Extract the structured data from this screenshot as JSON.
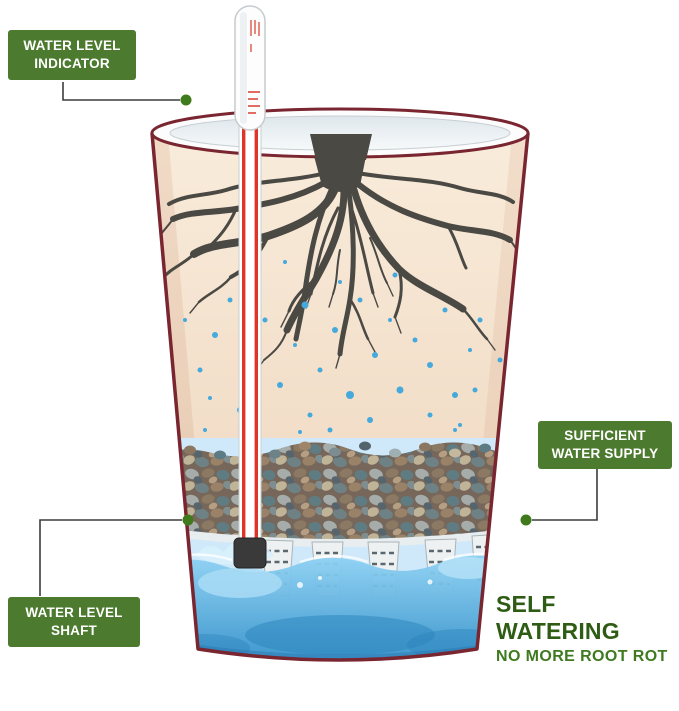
{
  "callouts": {
    "water_level_indicator": {
      "line1": "WATER LEVEL",
      "line2": "INDICATOR"
    },
    "sufficient_water_supply": {
      "line1": "SUFFICIENT",
      "line2": "WATER SUPPLY"
    },
    "water_level_shaft": {
      "line1": "WATER LEVEL",
      "line2": "SHAFT"
    }
  },
  "tagline": {
    "title": "SELF WATERING",
    "subtitle": "NO MORE ROOT ROT"
  },
  "colors": {
    "badge_green": "#4c7a2e",
    "callout_dot": "#3f7a1d",
    "tagline_title_green": "#2e5c14",
    "tagline_subtitle_green": "#3f7a1f",
    "pot_outline_maroon": "#7a2631",
    "soil_beige": "#f6e6d2",
    "root_gray": "#4a4944",
    "water_blue": "#2e8cc6",
    "drop_blue": "#45a9dc",
    "indicator_red": "#e03428"
  }
}
